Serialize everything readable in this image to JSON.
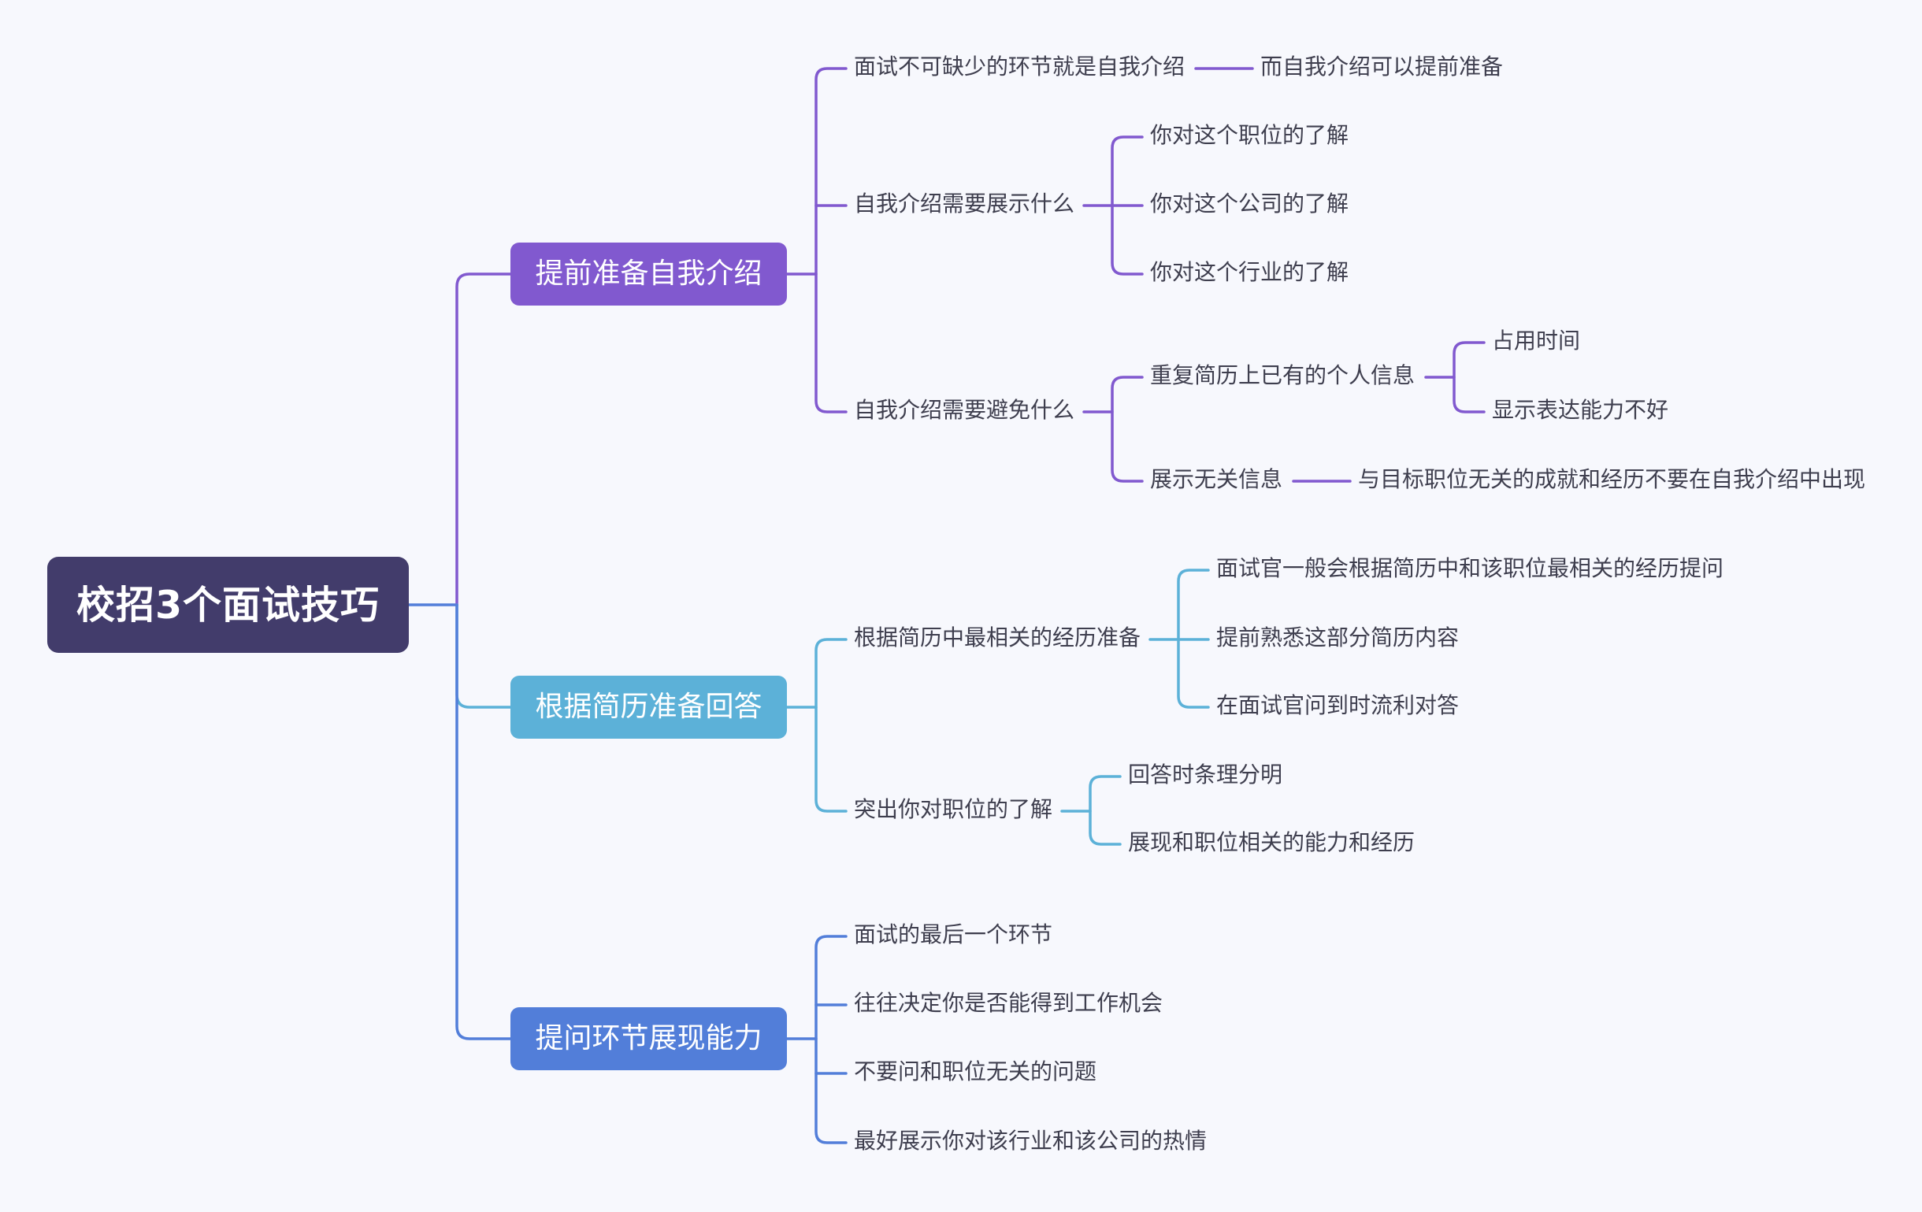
{
  "root": {
    "label": "校招3个面试技巧"
  },
  "colors": {
    "background": "#f7f8fd",
    "root": "#423c6b",
    "branch_1": "#8159cf",
    "branch_2": "#5cb1d8",
    "branch_3": "#527ed9",
    "text": "#3e3e4e"
  },
  "branches": [
    {
      "label": "提前准备自我介绍",
      "children": [
        {
          "label": "面试不可缺少的环节就是自我介绍",
          "children": [
            {
              "label": "而自我介绍可以提前准备"
            }
          ]
        },
        {
          "label": "自我介绍需要展示什么",
          "children": [
            {
              "label": "你对这个职位的了解"
            },
            {
              "label": "你对这个公司的了解"
            },
            {
              "label": "你对这个行业的了解"
            }
          ]
        },
        {
          "label": "自我介绍需要避免什么",
          "children": [
            {
              "label": "重复简历上已有的个人信息",
              "children": [
                {
                  "label": "占用时间"
                },
                {
                  "label": "显示表达能力不好"
                }
              ]
            },
            {
              "label": "展示无关信息",
              "children": [
                {
                  "label": "与目标职位无关的成就和经历不要在自我介绍中出现"
                }
              ]
            }
          ]
        }
      ]
    },
    {
      "label": "根据简历准备回答",
      "children": [
        {
          "label": "根据简历中最相关的经历准备",
          "children": [
            {
              "label": "面试官一般会根据简历中和该职位最相关的经历提问"
            },
            {
              "label": "提前熟悉这部分简历内容"
            },
            {
              "label": "在面试官问到时流利对答"
            }
          ]
        },
        {
          "label": "突出你对职位的了解",
          "children": [
            {
              "label": "回答时条理分明"
            },
            {
              "label": "展现和职位相关的能力和经历"
            }
          ]
        }
      ]
    },
    {
      "label": "提问环节展现能力",
      "children": [
        {
          "label": "面试的最后一个环节"
        },
        {
          "label": "往往决定你是否能得到工作机会"
        },
        {
          "label": "不要问和职位无关的问题"
        },
        {
          "label": "最好展示你对该行业和该公司的热情"
        }
      ]
    }
  ]
}
